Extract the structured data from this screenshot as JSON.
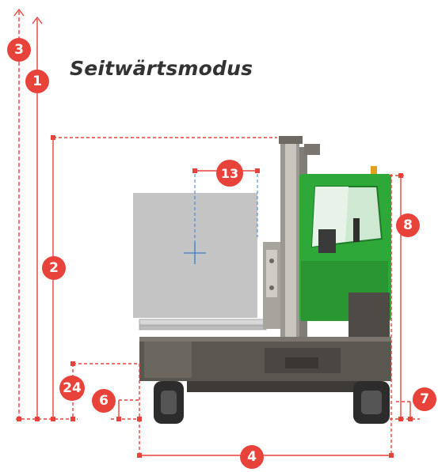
{
  "title": "Seitwärtsmodus",
  "colors": {
    "accent": "#e8433a",
    "cab_green": "#2fa83a",
    "load_gray": "#c4c4c4",
    "crosshair_blue": "#3a7ec8",
    "machine_dark": "#5a5650"
  },
  "labels": {
    "dim_1": "1",
    "dim_2": "2",
    "dim_3": "3",
    "dim_4": "4",
    "dim_6": "6",
    "dim_7": "7",
    "dim_8": "8",
    "dim_13": "13",
    "dim_24": "24"
  }
}
